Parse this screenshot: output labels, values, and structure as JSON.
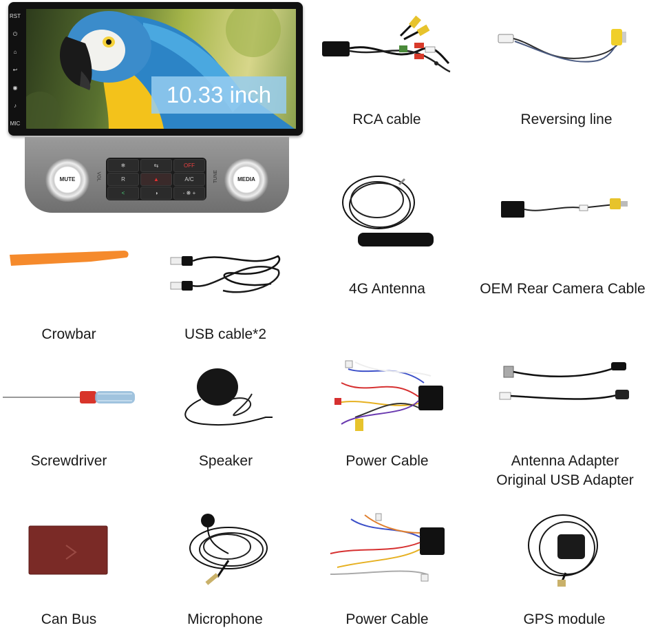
{
  "head_unit": {
    "screen_size_label": "10.33 inch",
    "side_buttons": [
      "RST",
      "⏻",
      "⌂",
      "↩",
      "◉",
      "♪",
      "MIC"
    ],
    "left_knob": "MUTE",
    "right_knob": "MEDIA",
    "left_knob_caption": "VOL",
    "right_knob_caption": "TUNE",
    "panel_buttons": [
      "❄",
      "⇆",
      "OFF",
      "R",
      "▲",
      "A/C",
      "<",
      "◑",
      "- ❋ +"
    ]
  },
  "items": [
    {
      "id": "rca-cable",
      "label": "RCA cable"
    },
    {
      "id": "reversing-line",
      "label": "Reversing line"
    },
    {
      "id": "4g-antenna",
      "label": "4G Antenna"
    },
    {
      "id": "oem-rear-camera-cable",
      "label": "OEM Rear Camera Cable"
    },
    {
      "id": "crowbar",
      "label": "Crowbar"
    },
    {
      "id": "usb-cable",
      "label": "USB cable*2"
    },
    {
      "id": "screwdriver",
      "label": "Screwdriver"
    },
    {
      "id": "speaker",
      "label": "Speaker"
    },
    {
      "id": "power-cable-1",
      "label": "Power Cable"
    },
    {
      "id": "antenna-adapter",
      "label": "Antenna Adapter"
    },
    {
      "id": "original-usb-adapter",
      "label": "Original USB Adapter"
    },
    {
      "id": "can-bus",
      "label": "Can Bus"
    },
    {
      "id": "microphone",
      "label": "Microphone"
    },
    {
      "id": "power-cable-2",
      "label": "Power Cable"
    },
    {
      "id": "gps-module",
      "label": "GPS module"
    }
  ]
}
